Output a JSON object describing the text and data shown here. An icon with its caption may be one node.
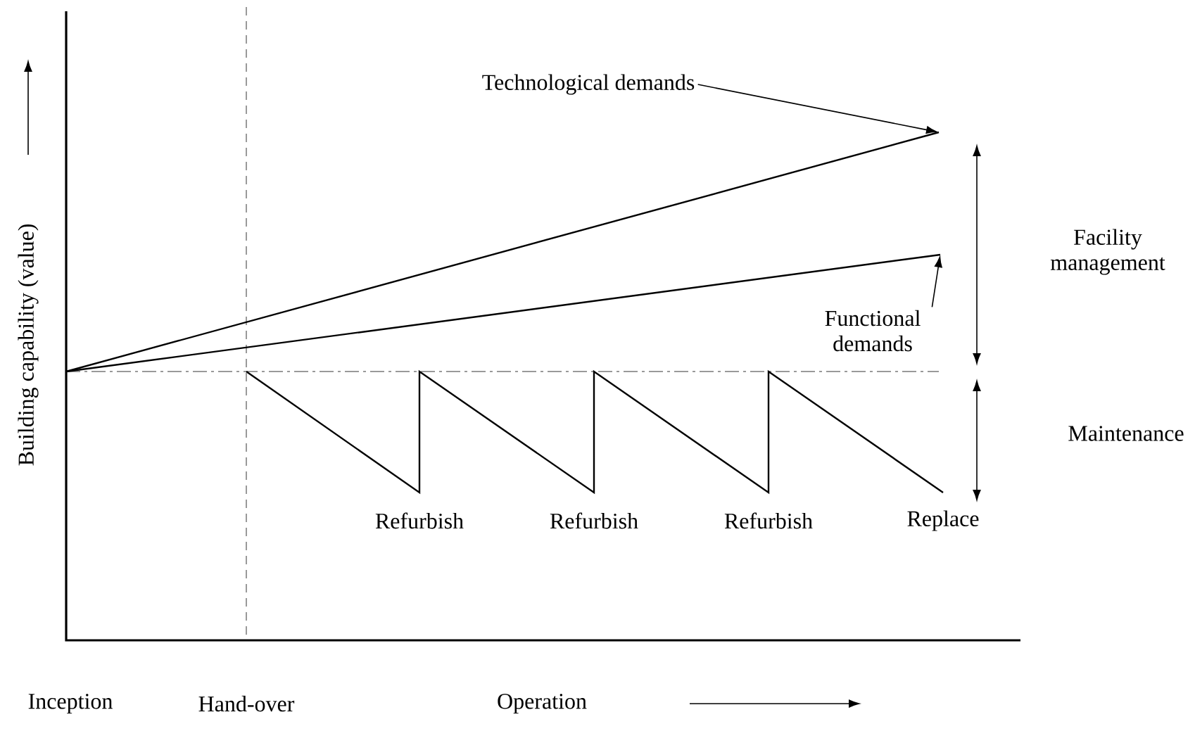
{
  "diagram": {
    "nodes": [
      {
        "text": [
          "Technological demands"
        ]
      },
      {
        "text": [
          "Functional demands"
        ]
      }
    ],
    "edges": [
      {
        "from": 0,
        "to": null,
        "arrow": "to"
      },
      {
        "from": 1,
        "to": null,
        "arrow": "to"
      }
    ],
    "labels": [
      "Building capability (value)",
      "Facility management",
      "Maintenance",
      "Refurbish",
      "Refurbish",
      "Refurbish",
      "Replace",
      "Inception",
      "Hand-over",
      "Operation"
    ]
  }
}
